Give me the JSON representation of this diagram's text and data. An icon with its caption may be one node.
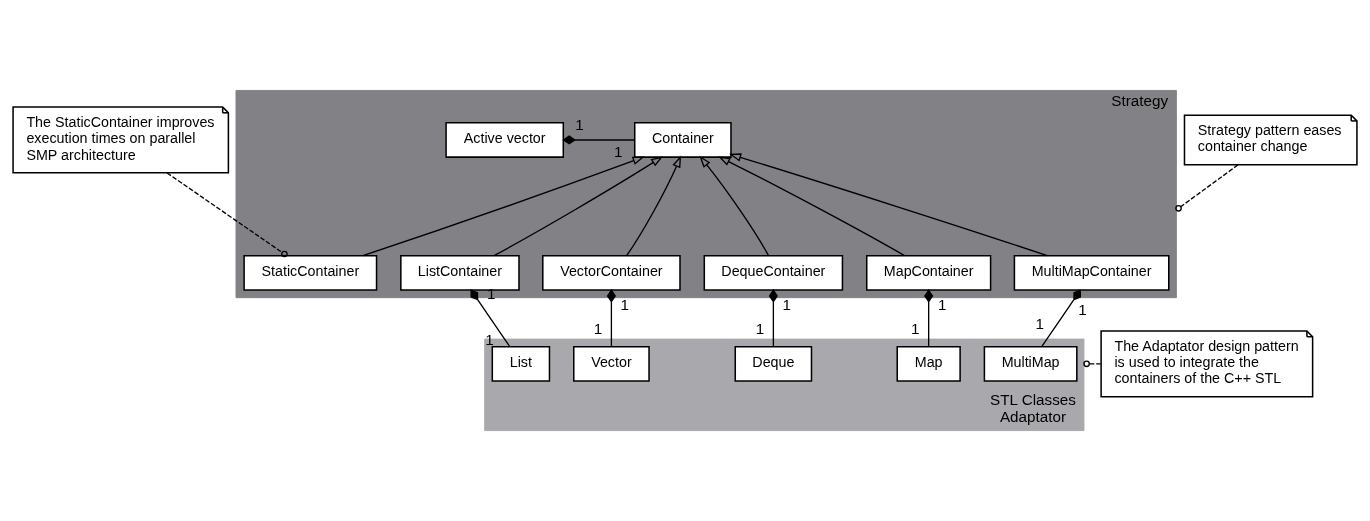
{
  "diagram": {
    "nodes": [
      {
        "text": [
          "The StaticContainer improves execution times on parallel SMP architecture"
        ]
      },
      {
        "text": [
          "Strategy pattern eases container change"
        ]
      },
      {
        "text": [
          "Strategy"
        ]
      },
      {
        "text": [
          "Active vector"
        ],
        "in": 2
      },
      {
        "text": [
          "Container"
        ],
        "in": 2
      },
      {
        "text": [
          "StaticContainer"
        ],
        "in": 2
      },
      {
        "text": [
          "ListContainer"
        ],
        "in": 2
      },
      {
        "text": [
          "VectorContainer"
        ],
        "in": 2
      },
      {
        "text": [
          "DequeContainer"
        ],
        "in": 2
      },
      {
        "text": [
          "MapContainer"
        ],
        "in": 2
      },
      {
        "text": [
          "MultiMapContainer"
        ],
        "in": 2
      },
      {
        "text": [
          "The Adaptator design pattern is used to integrate the containers of the C++ STL"
        ]
      },
      {
        "text": [
          "STL Classes",
          "Adaptator"
        ]
      },
      {
        "text": [
          "List"
        ],
        "in": 12
      },
      {
        "text": [
          "Vector"
        ],
        "in": 12
      },
      {
        "text": [
          "Deque"
        ],
        "in": 12
      },
      {
        "text": [
          "Map"
        ],
        "in": 12
      },
      {
        "text": [
          "MultiMap"
        ],
        "in": 12
      }
    ],
    "edges": [
      {
        "from": 3,
        "to": 4,
        "arrow": "other"
      },
      {
        "from": 5,
        "to": 4,
        "arrow": "to"
      },
      {
        "from": 6,
        "to": 4,
        "arrow": "to"
      },
      {
        "from": 7,
        "to": 4,
        "arrow": "to"
      },
      {
        "from": 8,
        "to": 4,
        "arrow": "to"
      },
      {
        "from": 9,
        "to": 4,
        "arrow": "to"
      },
      {
        "from": 10,
        "to": 4,
        "arrow": "to"
      },
      {
        "from": 6,
        "to": 13,
        "arrow": "other"
      },
      {
        "from": 7,
        "to": 14,
        "arrow": "other"
      },
      {
        "from": 8,
        "to": 15,
        "arrow": "other"
      },
      {
        "from": 9,
        "to": 16,
        "arrow": "other"
      },
      {
        "from": 10,
        "to": 17,
        "arrow": "other"
      },
      {
        "from": 0,
        "to": 5,
        "arrow": "other",
        "style": "dashed"
      },
      {
        "from": 1,
        "to": 2,
        "arrow": "other",
        "style": "dashed"
      },
      {
        "from": 11,
        "to": 12,
        "arrow": "other",
        "style": "dashed"
      }
    ],
    "labels": [
      "1",
      "1",
      "1",
      "1",
      "1",
      "1",
      "1",
      "1",
      "1",
      "1",
      "1",
      "1"
    ]
  }
}
